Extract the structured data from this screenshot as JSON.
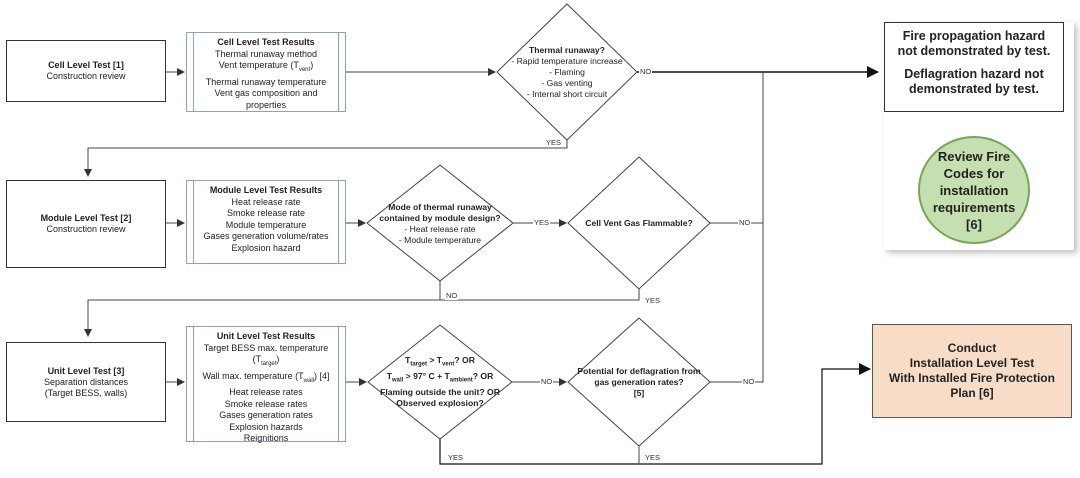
{
  "cell_test": {
    "title": "Cell Level Test [1]",
    "sub": "Construction review"
  },
  "cell_results": {
    "title": "Cell Level Test Results",
    "items": [
      "Thermal runaway method",
      "Vent temperature (T",
      "Thermal runaway temperature",
      "Vent gas composition and",
      "properties"
    ],
    "vent_sub": "vent"
  },
  "thermal_runaway": {
    "title": "Thermal runaway?",
    "items": [
      "- Rapid temperature increase",
      "- Flaming",
      "- Gas venting",
      "- Internal short circuit"
    ]
  },
  "module_test": {
    "title": "Module Level Test [2]",
    "sub": "Construction review"
  },
  "module_results": {
    "title": "Module Level Test Results",
    "items": [
      "Heat release rate",
      "Smoke release rate",
      "Module temperature",
      "Gases generation volume/rates",
      "Explosion hazard"
    ]
  },
  "module_decision": {
    "title1": "Mode of thermal runaway",
    "title2": "contained by module design?",
    "items": [
      "- Heat release rate",
      "- Module temperature"
    ]
  },
  "flammable": {
    "title": "Cell Vent Gas Flammable?"
  },
  "unit_test": {
    "title": "Unit Level Test [3]",
    "sub1": "Separation distances",
    "sub2": "(Target BESS, walls)"
  },
  "unit_results": {
    "title": "Unit Level Test Results",
    "line1": "Target BESS max. temperature",
    "line2a": "(T",
    "line2sub": "target",
    "line2b": ")",
    "line3a": "Wall max. temperature (T",
    "line3sub": "wall",
    "line3b": ") [4]",
    "items": [
      "Heat release rates",
      "Smoke release rates",
      "Gases generation rates",
      "Explosion hazards",
      "Reignitions"
    ]
  },
  "unit_decision": {
    "t": "T",
    "target": "target",
    "gt": " > T",
    "vent": "vent",
    "q1": "?  OR",
    "wall": "wall",
    "gt2": " > 97° C + T",
    "ambient": "ambient",
    "q2": "?  OR",
    "line3": "Flaming outside the unit?  OR",
    "line4": "Observed explosion?"
  },
  "deflagration": {
    "line1": "Potential for deflagration from",
    "line2": "gas generation rates?",
    "line3": "[5]"
  },
  "outcome": {
    "line1": "Fire propagation hazard",
    "line2": "not demonstrated by test.",
    "line3": "Deflagration hazard not",
    "line4": "demonstrated by test."
  },
  "review": {
    "text": "Review Fire Codes for installation requirements [6]"
  },
  "conduct": {
    "line1": "Conduct",
    "line2": "Installation Level Test",
    "line3": "With Installed Fire Protection",
    "line4": "Plan [6]"
  },
  "labels": {
    "yes": "YES",
    "no": "NO"
  }
}
